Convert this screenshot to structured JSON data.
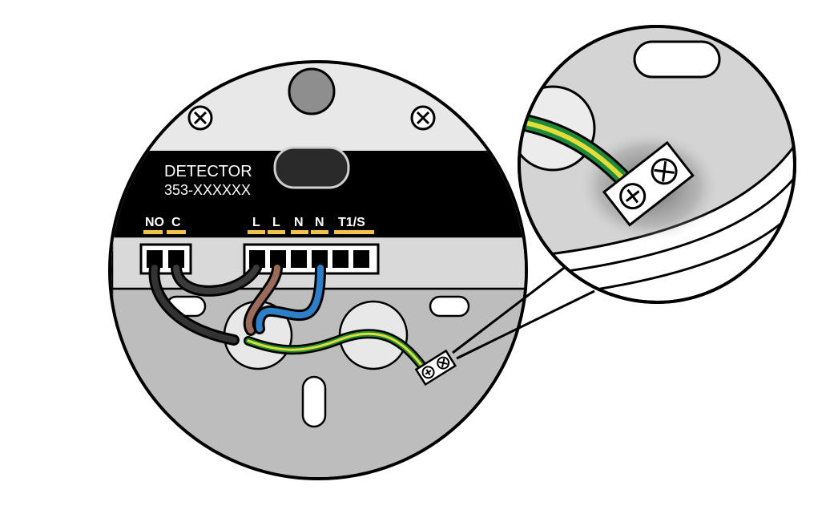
{
  "label": {
    "title": "DETECTOR",
    "model": "353-XXXXXX"
  },
  "terminals": {
    "labels": [
      "NO",
      "C",
      "L",
      "L",
      "N",
      "N",
      "T1/S"
    ]
  },
  "wires": [
    {
      "name": "black",
      "color": "#333333"
    },
    {
      "name": "grey-black",
      "color": "#3a3a3a"
    },
    {
      "name": "brown",
      "color": "#9a6b5a"
    },
    {
      "name": "blue",
      "color": "#2f7fc8"
    },
    {
      "name": "earth",
      "color": "#c9c94a"
    }
  ],
  "colors": {
    "plate_grey": "#cfcfcf",
    "label_black": "#000000",
    "terminal_highlight": "#f2c24a",
    "earth_green": "#1f8a3a",
    "earth_yellow": "#e3dd3c"
  },
  "icons": {
    "screw": "screw-icon",
    "earth_block": "earth-terminal-block-icon"
  }
}
